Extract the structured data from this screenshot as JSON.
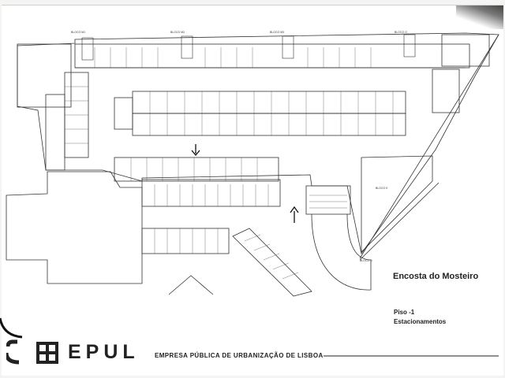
{
  "plan": {
    "project_name": "Encosta do Mosteiro",
    "floor_label": "Piso -1",
    "floor_use": "Estacionamentos",
    "block_labels": [
      "BLOCO M1",
      "BLOCO M2",
      "BLOCO M3",
      "BLOCO G",
      "BLOCO E",
      "BLOCO D"
    ],
    "arrows": [
      "arrow-down",
      "arrow-up"
    ]
  },
  "logo": {
    "brand_name": "EPUL",
    "company_name": "EMPRESA PÚBLICA DE URBANIZAÇÃO DE LISBOA"
  },
  "colors": {
    "ink": "#222222",
    "paper": "#ffffff"
  }
}
